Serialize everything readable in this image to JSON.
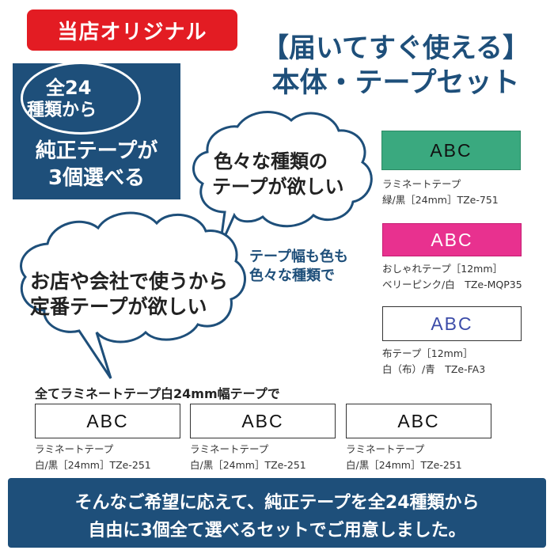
{
  "badge": {
    "label": "当店オリジナル"
  },
  "headline": {
    "line1": "【届いてすぐ使える】",
    "line2": "本体・テープセット"
  },
  "blue_box": {
    "line1": "全24",
    "line2": "種類から",
    "line3": "純正テープが",
    "line4": "3個選べる"
  },
  "bubble1": {
    "line1": "色々な種類の",
    "line2": "テープが欲しい"
  },
  "bubble2": {
    "line1": "お店や会社で使うから",
    "line2": "定番テープが欲しい"
  },
  "side_note": {
    "line1": "テープ幅も色も",
    "line2": "色々な種類で"
  },
  "tapes": [
    {
      "text": "ABC",
      "line1": "ラミネートテープ",
      "line2": "緑/黒［24mm］TZe-751",
      "bg": "#3aa97f"
    },
    {
      "text": "ABC",
      "line1": "おしゃれテープ［12mm］",
      "line2": "ベリーピンク/白　TZe-MQP35",
      "bg": "#e8318f"
    },
    {
      "text": "ABC",
      "line1": "布テープ［12mm］",
      "line2": "白（布）/青　TZe-FA3",
      "bg": "#ffffff"
    }
  ],
  "laminate": {
    "title": "全てラミネートテープ白24mm幅テープで",
    "items": [
      {
        "text": "ABC",
        "line1": "ラミネートテープ",
        "line2": "白/黒［24mm］TZe-251"
      },
      {
        "text": "ABC",
        "line1": "ラミネートテープ",
        "line2": "白/黒［24mm］TZe-251"
      },
      {
        "text": "ABC",
        "line1": "ラミネートテープ",
        "line2": "白/黒［24mm］TZe-251"
      }
    ]
  },
  "bottom": {
    "line1": "そんなご希望に応えて、純正テープを全24種類から",
    "line2": "自由に3個全て選べるセットでご用意しました。"
  },
  "colors": {
    "brand_blue": "#1e4f7a",
    "brand_red": "#e31c23"
  }
}
